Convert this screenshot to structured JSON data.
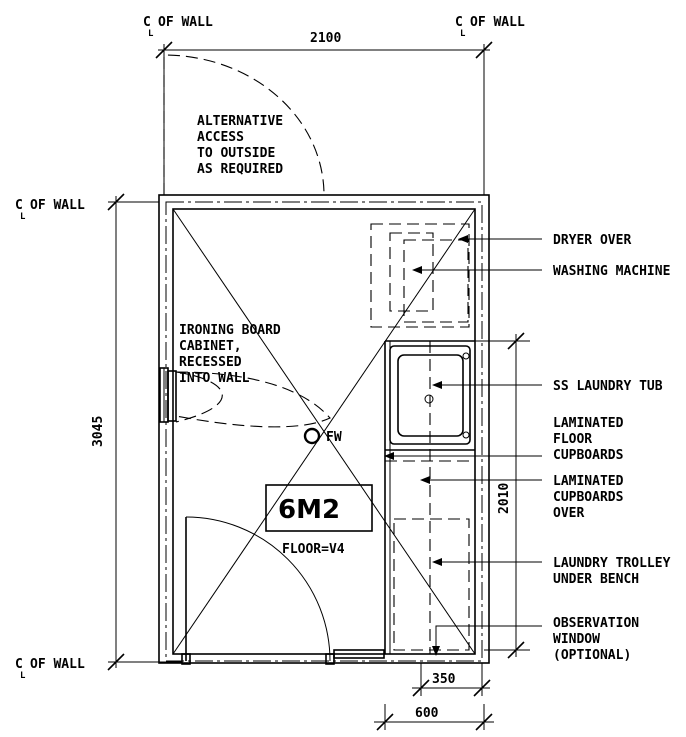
{
  "centreline": "of wall",
  "dimensions": {
    "top_width": "2100",
    "left_height": "3045",
    "right_height": "2010",
    "bottom_350": "350",
    "bottom_600": "600"
  },
  "room": {
    "code": "6M2",
    "floor": "FLOOR=V4",
    "floor_waste": "FW"
  },
  "notes": {
    "alt_access": [
      "ALTERNATIVE",
      "ACCESS",
      "TO OUTSIDE",
      "AS REQUIRED"
    ],
    "ironing": [
      "IRONING BOARD",
      "CABINET,",
      "RECESSED",
      "INTO WALL"
    ]
  },
  "callouts": {
    "dryer": "DRYER OVER",
    "washer": "WASHING MACHINE",
    "tub": "SS LAUNDRY TUB",
    "floor_cupboards": [
      "LAMINATED",
      "FLOOR",
      "CUPBOARDS"
    ],
    "cupboards_over": [
      "LAMINATED",
      "CUPBOARDS",
      "OVER"
    ],
    "trolley": [
      "LAUNDRY TROLLEY",
      "UNDER BENCH"
    ],
    "observation": [
      "OBSERVATION",
      "WINDOW",
      "(OPTIONAL)"
    ]
  }
}
